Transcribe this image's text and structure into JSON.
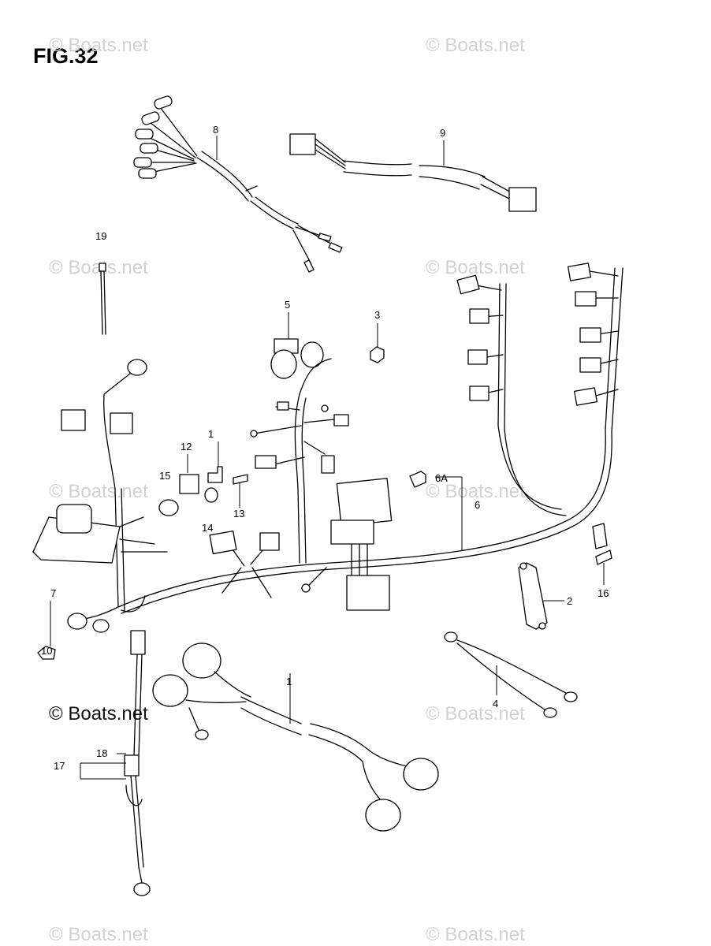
{
  "figure": {
    "title": "FIG.32",
    "watermark": "© Boats.net",
    "callouts": [
      "1",
      "1",
      "2",
      "3",
      "4",
      "5",
      "6",
      "6A",
      "7",
      "8",
      "9",
      "10",
      "12",
      "13",
      "14",
      "15",
      "16",
      "17",
      "18",
      "19"
    ]
  },
  "colors": {
    "line": "#000000",
    "watermark": "#d2d2d2",
    "background": "#ffffff"
  }
}
